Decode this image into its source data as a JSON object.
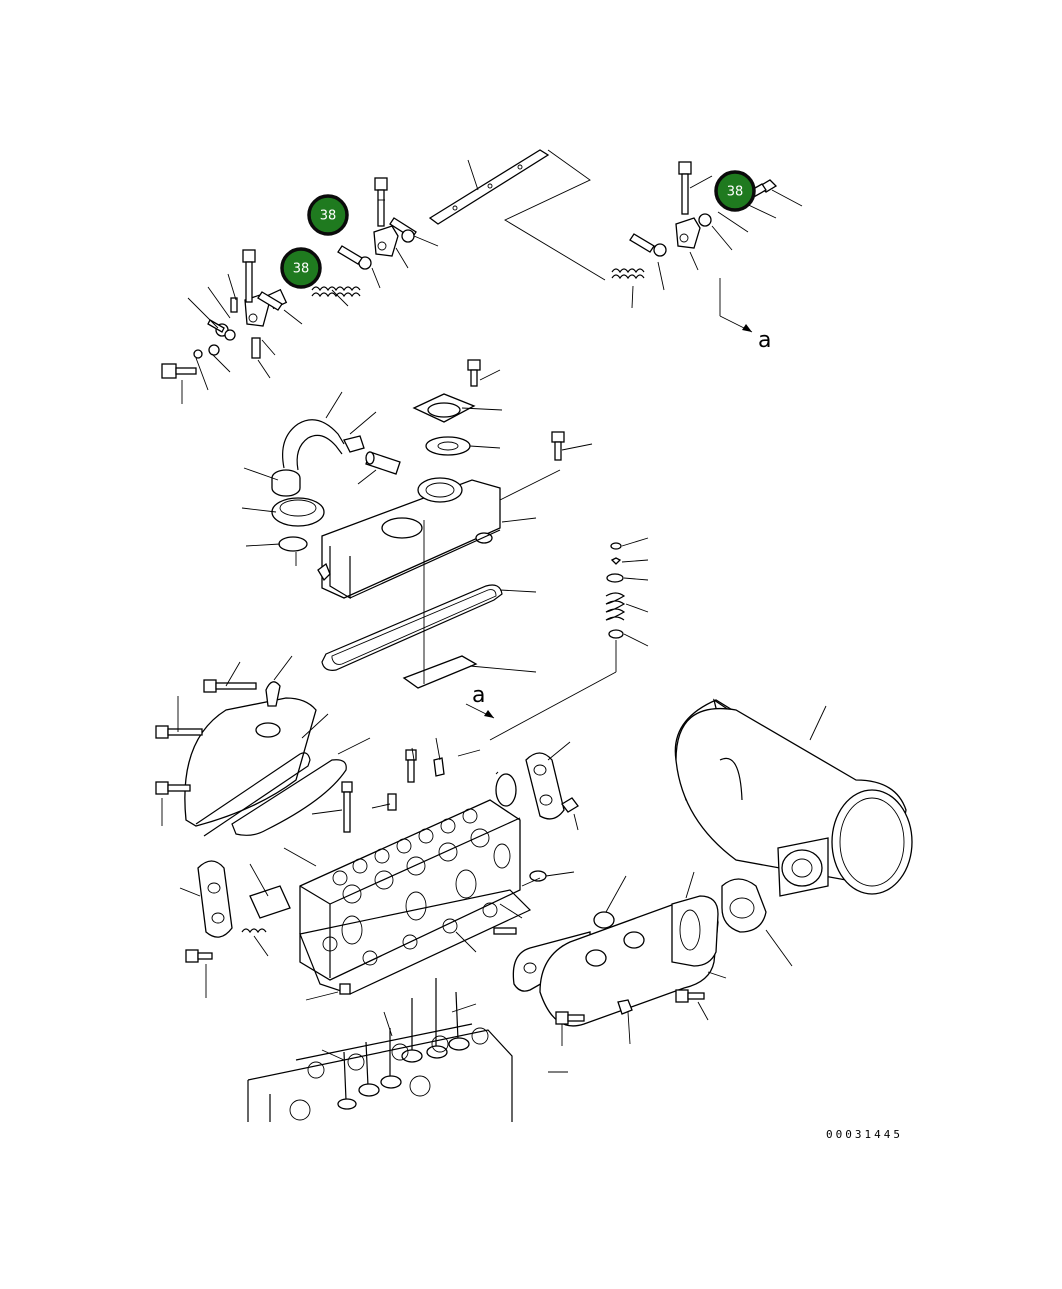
{
  "diagram": {
    "view_letter_top": "a",
    "view_letter_mid": "a",
    "drawing_number": "00031445",
    "callouts": [
      {
        "id": "callout-1",
        "label": "38",
        "color": "#1f7a1f"
      },
      {
        "id": "callout-2",
        "label": "38",
        "color": "#1f7a1f"
      },
      {
        "id": "callout-3",
        "label": "38",
        "color": "#1f7a1f"
      }
    ]
  }
}
